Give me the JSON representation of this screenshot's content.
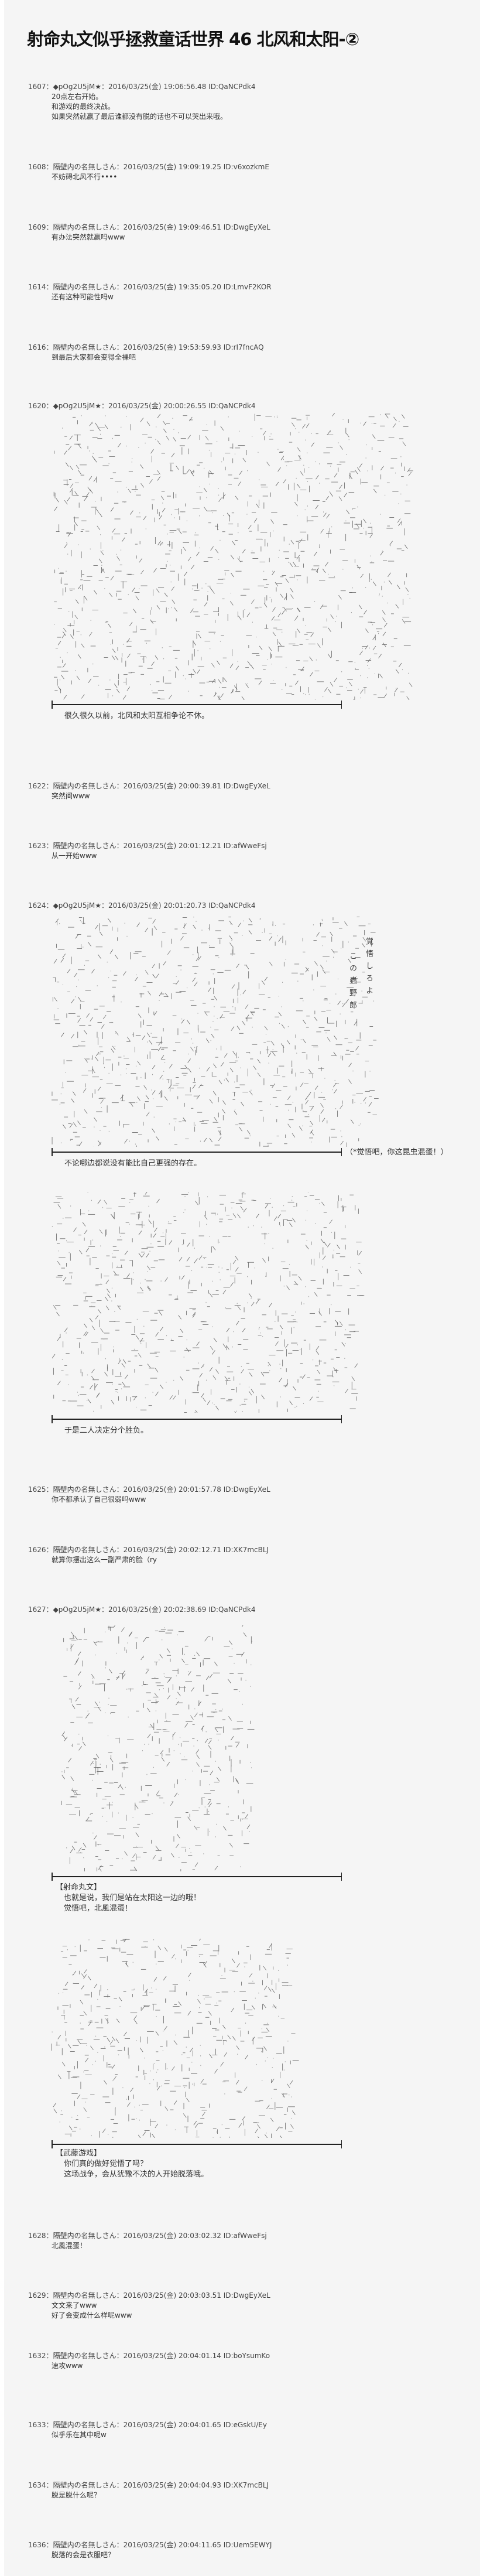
{
  "title": "射命丸文似乎拯救童话世界  46  北风和太阳-②",
  "posts": [
    {
      "no": "1607",
      "name": "◆pOg2U5jM★",
      "date": "2016/03/25(金)",
      "time": "19:06:56.48",
      "id": "ID:QaNCPdk4",
      "lines": [
        "20点左右开始。",
        "和游戏的最终决战。",
        "如果突然就赢了最后谁都没有脱的话也不可以哭出来哦。"
      ]
    },
    {
      "no": "1608",
      "name": "隔壁内の名無しさん",
      "date": "2016/03/25(金)",
      "time": "19:09:19.25",
      "id": "ID:v6xozkmE",
      "lines": [
        "不妨碍北风不行••••"
      ]
    },
    {
      "no": "1609",
      "name": "隔壁内の名無しさん",
      "date": "2016/03/25(金)",
      "time": "19:09:46.51",
      "id": "ID:DwgEyXeL",
      "lines": [
        "有办法突然就赢吗www"
      ]
    },
    {
      "no": "1614",
      "name": "隔壁内の名無しさん",
      "date": "2016/03/25(金)",
      "time": "19:35:05.20",
      "id": "ID:LmvF2KOR",
      "lines": [
        "还有这种可能性吗w"
      ]
    },
    {
      "no": "1616",
      "name": "隔壁内の名無しさん",
      "date": "2016/03/25(金)",
      "time": "19:53:59.93",
      "id": "ID:rI7fncAQ",
      "lines": [
        "到最后大家都会变得全裸吧"
      ]
    },
    {
      "no": "1620",
      "name": "◆pOg2U5jM★",
      "date": "2016/03/25(金)",
      "time": "20:00:26.55",
      "id": "ID:QaNCPdk4",
      "lines": []
    },
    {
      "no": "1622",
      "name": "隔壁内の名無しさん",
      "date": "2016/03/25(金)",
      "time": "20:00:39.81",
      "id": "ID:DwgEyXeL",
      "lines": [
        "突然间www"
      ]
    },
    {
      "no": "1623",
      "name": "隔壁内の名無しさん",
      "date": "2016/03/25(金)",
      "time": "20:01:12.21",
      "id": "ID:afWweFsj",
      "lines": [
        "从一开始www"
      ]
    },
    {
      "no": "1624",
      "name": "◆pOg2U5jM★",
      "date": "2016/03/25(金)",
      "time": "20:01:20.73",
      "id": "ID:QaNCPdk4",
      "lines": []
    },
    {
      "no": "1625",
      "name": "隔壁内の名無しさん",
      "date": "2016/03/25(金)",
      "time": "20:01:57.78",
      "id": "ID:DwgEyXeL",
      "lines": [
        "你不都承认了自己很弱吗www"
      ]
    },
    {
      "no": "1626",
      "name": "隔壁内の名無しさん",
      "date": "2016/03/25(金)",
      "time": "20:02:12.71",
      "id": "ID:XK7mcBLJ",
      "lines": [
        "就算你摆出这么一副严肃的脸（ry"
      ]
    },
    {
      "no": "1627",
      "name": "◆pOg2U5jM★",
      "date": "2016/03/25(金)",
      "time": "20:02:38.69",
      "id": "ID:QaNCPdk4",
      "lines": []
    },
    {
      "no": "1628",
      "name": "隔壁内の名無しさん",
      "date": "2016/03/25(金)",
      "time": "20:03:02.32",
      "id": "ID:afWweFsj",
      "lines": [
        "北風混蛋！"
      ]
    },
    {
      "no": "1629",
      "name": "隔壁内の名無しさん",
      "date": "2016/03/25(金)",
      "time": "20:03:03.51",
      "id": "ID:DwgEyXeL",
      "lines": [
        "文文来了www",
        "好了会变成什么样呢www"
      ]
    },
    {
      "no": "1632",
      "name": "隔壁内の名無しさん",
      "date": "2016/03/25(金)",
      "time": "20:04:01.14",
      "id": "ID:boYsumKo",
      "lines": [
        "速攻www"
      ]
    },
    {
      "no": "1633",
      "name": "隔壁内の名無しさん",
      "date": "2016/03/25(金)",
      "time": "20:04:01.65",
      "id": "ID:eGskU/Ey",
      "lines": [
        "似乎乐在其中呢w"
      ]
    },
    {
      "no": "1634",
      "name": "隔壁内の名無しさん",
      "date": "2016/03/25(金)",
      "time": "20:04:04.93",
      "id": "ID:XK7mcBLJ",
      "lines": [
        "脱是脱什么呢？"
      ]
    },
    {
      "no": "1636",
      "name": "隔壁内の名無しさん",
      "date": "2016/03/25(金)",
      "time": "20:04:11.65",
      "id": "ID:Uem5EWYJ",
      "lines": [
        "脱落的会是衣服吧？"
      ]
    }
  ],
  "panels": [
    {
      "art": "north-wind-and-sun-scene",
      "speaker": "",
      "lines": [
        "很久很久以前，北风和太阳互相争论不休。"
      ],
      "side": ""
    },
    {
      "art": "bug-shout-scene",
      "speaker": "",
      "lines": [
        "不论哪边都说没有能比自己更强的存在。"
      ],
      "side": "（*觉悟吧，你这昆虫混蛋！）",
      "art_text": [
        "覚悟しろよ",
        "この蟲野郎"
      ]
    },
    {
      "art": "battle-scene",
      "speaker": "",
      "lines": [
        "于是二人决定分个胜负。"
      ],
      "side": ""
    },
    {
      "art": "aya-camera",
      "speaker": "【射命丸文】",
      "lines": [
        "也就是说，我们是站在太阳这一边的哦！",
        "觉悟吧，北風混蛋！"
      ],
      "side": ""
    },
    {
      "art": "yugi-face",
      "speaker": "【武藤游戏】",
      "lines": [
        "你们真的做好觉悟了吗？",
        "这场战争，会从犹豫不决的人开始脱落哦。"
      ],
      "side": ""
    }
  ]
}
